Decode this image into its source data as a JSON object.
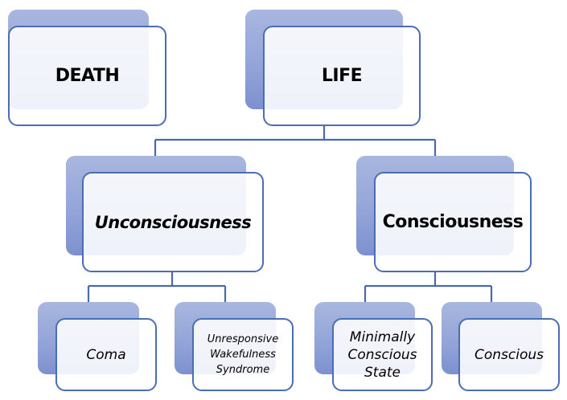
{
  "diagram": {
    "type": "hierarchy",
    "colors": {
      "back_box_top": "#a8b7df",
      "back_box_bottom": "#7c90cf",
      "front_border": "#4a6db3",
      "connector": "#4a6aa8"
    },
    "nodes": {
      "death": {
        "label": "DEATH"
      },
      "life": {
        "label": "LIFE"
      },
      "unconsciousness": {
        "label": "Unconsciousness"
      },
      "consciousness": {
        "label": "Consciousness"
      },
      "coma": {
        "label": "Coma"
      },
      "uws": {
        "label": "Unresponsive Wakefulness Syndrome",
        "lines": [
          "Unresponsive",
          "Wakefulness",
          "Syndrome"
        ]
      },
      "mcs": {
        "label": "Minimally Conscious State",
        "lines": [
          "Minimally",
          "Conscious",
          "State"
        ]
      },
      "conscious": {
        "label": "Conscious"
      }
    },
    "edges": [
      [
        "life",
        "unconsciousness"
      ],
      [
        "life",
        "consciousness"
      ],
      [
        "unconsciousness",
        "coma"
      ],
      [
        "unconsciousness",
        "uws"
      ],
      [
        "consciousness",
        "mcs"
      ],
      [
        "consciousness",
        "conscious"
      ]
    ]
  }
}
